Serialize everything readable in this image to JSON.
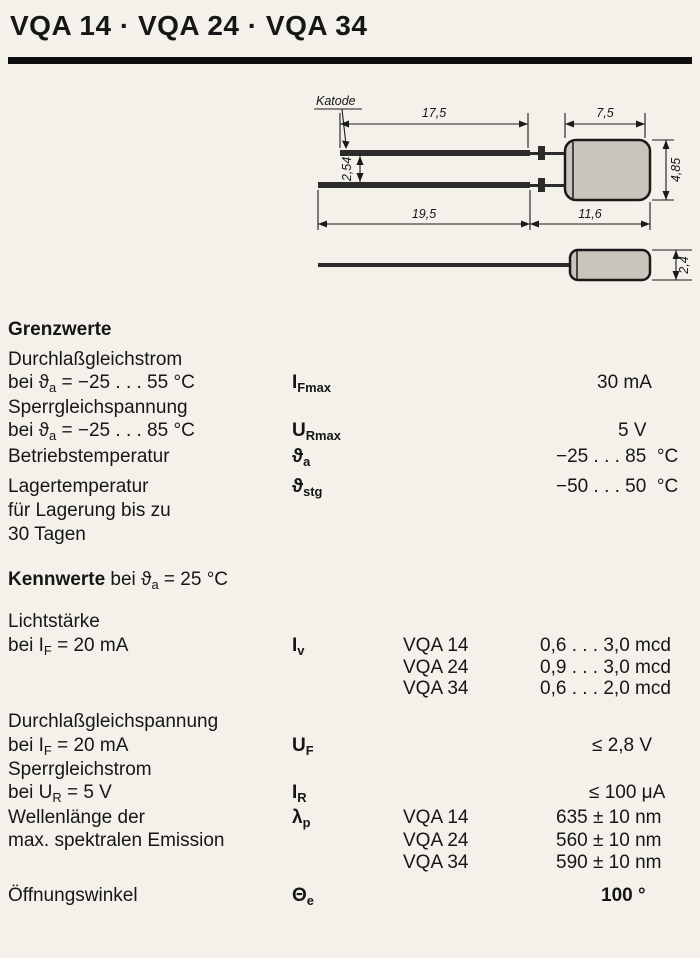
{
  "title": "VQA 14 · VQA 24 · VQA 34",
  "drawing": {
    "katode_label": "Katode",
    "dim_lead_length_top": "17,5",
    "dim_body_length": "7,5",
    "dim_body_height": "4,85",
    "dim_lead_spacing": "2,54",
    "dim_lead_length_bottom": "19,5",
    "dim_overall_body": "11,6",
    "dim_body_diameter": "2,4"
  },
  "limits": {
    "heading": "Grenzwerte",
    "rows": {
      "forward_current": {
        "label": "Durchlaßgleichstrom",
        "cond_pre": "bei ϑ",
        "cond_sub": "a",
        "cond_post": " = −25 . . . 55 °C",
        "sym": "I",
        "sym_sub": "Fmax",
        "value": "30 mA"
      },
      "reverse_voltage": {
        "label": "Sperrgleichspannung",
        "cond_pre": "bei ϑ",
        "cond_sub": "a",
        "cond_post": " = −25 . . . 85 °C",
        "sym": "U",
        "sym_sub": "Rmax",
        "value": "5 V"
      },
      "operating_temp": {
        "label": "Betriebstemperatur",
        "sym": "ϑ",
        "sym_sub": "a",
        "value": "−25 . . . 85  °C"
      },
      "storage_temp": {
        "label": "Lagertemperatur",
        "note1": "für Lagerung bis zu",
        "note2": "30 Tagen",
        "sym": "ϑ",
        "sym_sub": "stg",
        "value": "−50 . . . 50  °C"
      }
    }
  },
  "characteristics": {
    "heading_bold": "Kennwerte",
    "heading_pre": " bei ϑ",
    "heading_sub": "a",
    "heading_post": " = 25 °C",
    "rows": {
      "luminous_intensity": {
        "label": "Lichtstärke",
        "cond_pre": "bei I",
        "cond_sub": "F",
        "cond_post": " = 20 mA",
        "sym": "I",
        "sym_sub": "v",
        "variants": [
          {
            "name": "VQA 14",
            "value": "0,6 . . . 3,0 mcd"
          },
          {
            "name": "VQA 24",
            "value": "0,9 . . . 3,0 mcd"
          },
          {
            "name": "VQA 34",
            "value": "0,6 . . . 2,0 mcd"
          }
        ]
      },
      "forward_voltage": {
        "label": "Durchlaßgleichspannung",
        "cond_pre": "bei I",
        "cond_sub": "F",
        "cond_post": " = 20 mA",
        "sym": "U",
        "sym_sub": "F",
        "value": "≤ 2,8 V"
      },
      "reverse_current": {
        "label": "Sperrgleichstrom",
        "cond_pre": "bei U",
        "cond_sub": "R",
        "cond_post": " = 5 V",
        "sym": "I",
        "sym_sub": "R",
        "value": "≤ 100 μA"
      },
      "wavelength": {
        "label": "Wellenlänge der",
        "label2": "max. spektralen Emission",
        "sym": "λ",
        "sym_sub": "p",
        "variants": [
          {
            "name": "VQA 14",
            "value": "635 ± 10 nm"
          },
          {
            "name": "VQA 24",
            "value": "560 ± 10 nm"
          },
          {
            "name": "VQA 34",
            "value": "590 ± 10 nm"
          }
        ]
      },
      "viewing_angle": {
        "label": "Öffnungswinkel",
        "sym": "Θ",
        "sym_sub": "e",
        "value": "100 °"
      }
    }
  }
}
